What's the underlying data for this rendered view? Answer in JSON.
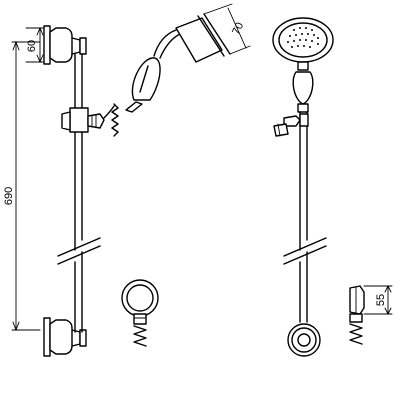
{
  "dimensions": {
    "total_height": "690",
    "bracket_height": "60",
    "handset_head_diameter": "70",
    "outlet_elbow_height": "55"
  }
}
